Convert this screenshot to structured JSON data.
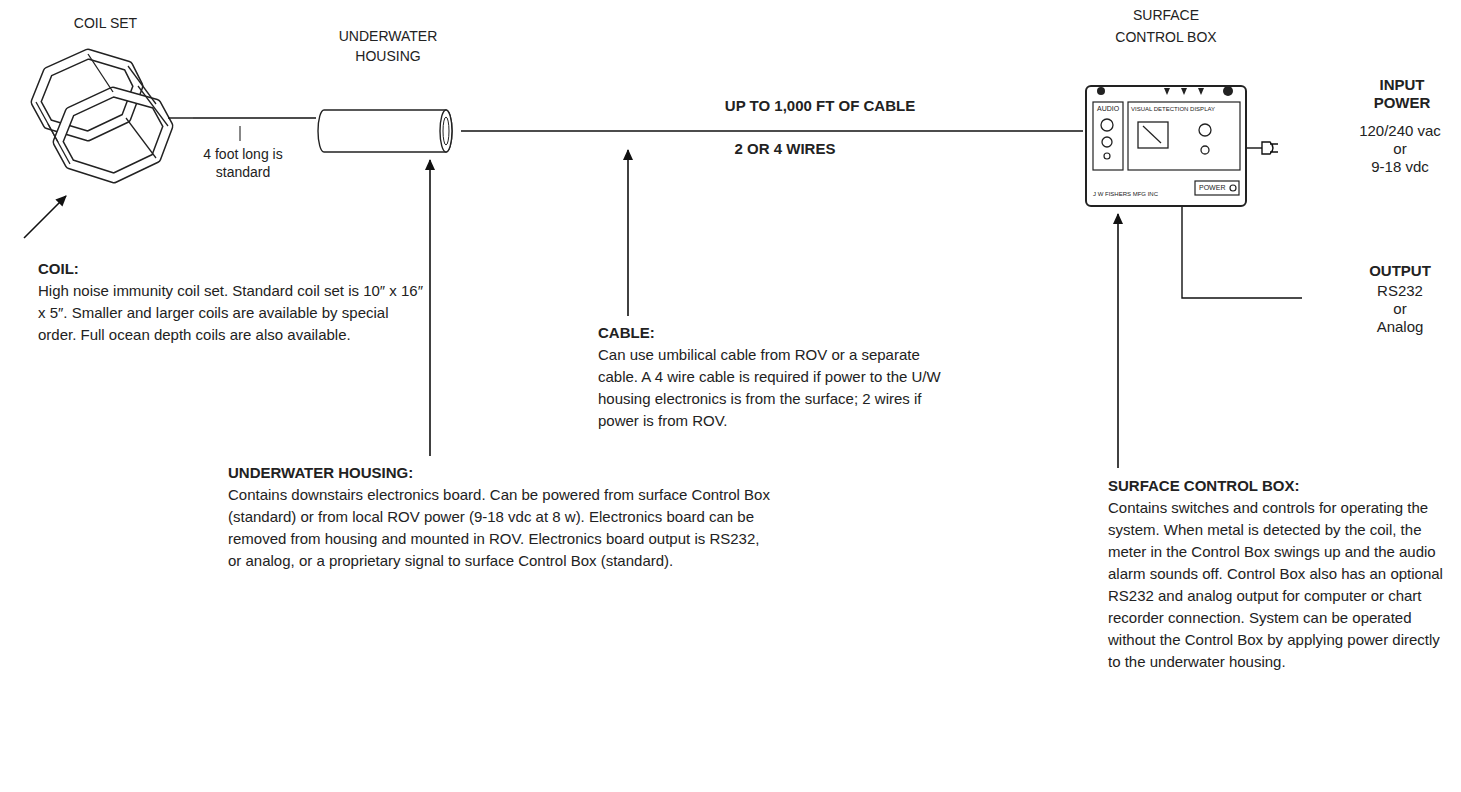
{
  "diagram": {
    "nodes": [
      {
        "text": [
          "COIL SET"
        ]
      },
      {
        "text": [
          "UNDERWATER HOUSING"
        ]
      },
      {
        "text": [
          "SURFACE CONTROL BOX",
          "AUDIO",
          "VISUAL DETECTION DISPLAY",
          "J W FISHERS MFG INC",
          "POWER"
        ]
      }
    ],
    "edges": [
      {
        "from": 0,
        "to": 1,
        "arrow": "none",
        "label": "4 foot long is standard"
      },
      {
        "from": 1,
        "to": 2,
        "arrow": "none",
        "label": "UP TO 1,000 FT OF CABLE"
      }
    ],
    "labels": [
      "2 OR 4 WIRES",
      "INPUT POWER",
      "120/240 vac",
      "or",
      "9-18 vdc",
      "OUTPUT",
      "RS232",
      "or",
      "Analog",
      "COIL:",
      "High noise immunity coil set. Standard coil set is 10″ x 16″ x 5″. Smaller and larger coils are available by special order. Full ocean depth coils are also available.",
      "CABLE:",
      "Can use umbilical cable from ROV or a separate cable. A 4 wire cable is required if power to the U/W housing electronics is from the surface; 2 wires if power is from ROV.",
      "UNDERWATER HOUSING:",
      "Contains downstairs electronics board. Can be powered from surface Control Box (standard) or from local ROV power (9-18 vdc at 8 w). Electronics board can be removed from housing and mounted in ROV. Electronics board output is RS232, or analog, or a proprietary signal to surface Control Box (standard).",
      "SURFACE CONTROL BOX:",
      "Contains switches and controls for operating the system. When metal is detected by the coil, the meter in the Control Box swings up and the audio alarm sounds off. Control Box also has an optional RS232 and analog output for computer or chart recorder connection. System can be operated without the Control Box by applying power directly to the underwater housing."
    ]
  }
}
